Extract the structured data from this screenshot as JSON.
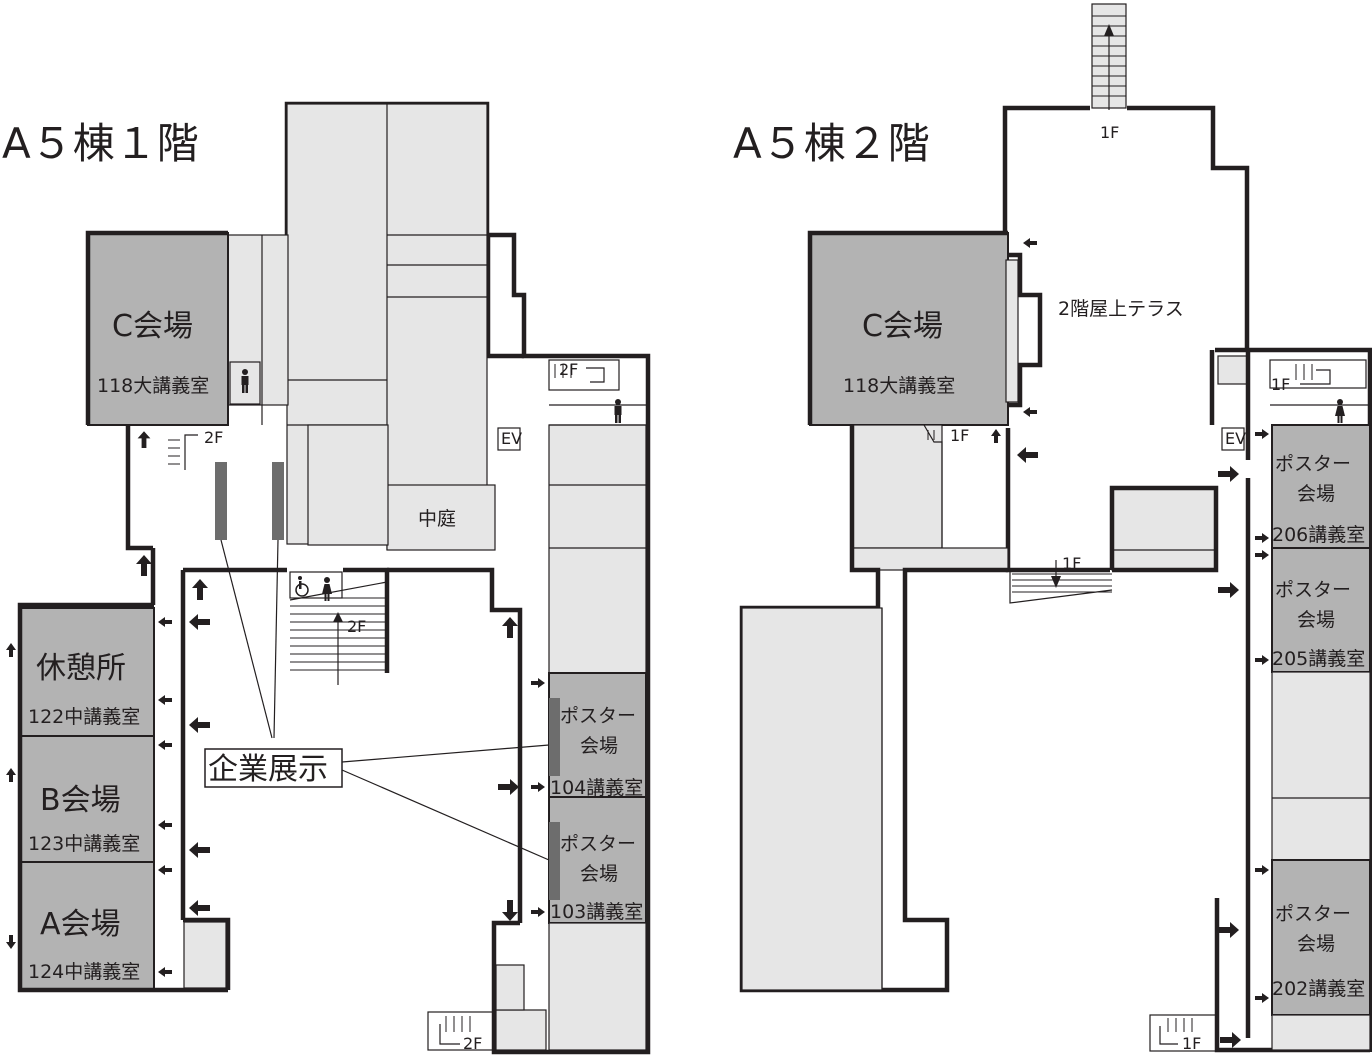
{
  "floor1": {
    "title": "A５棟１階",
    "rooms": {
      "c_hall": "C会場",
      "c_room": "118大講義室",
      "rest": "休憩所",
      "rest_room": "122中講義室",
      "b_hall": "B会場",
      "b_room": "123中講義室",
      "a_hall": "A会場",
      "a_room": "124中講義室",
      "poster1_line1": "ポスター",
      "poster1_line2": "会場",
      "poster1_room": "104講義室",
      "poster2_line1": "ポスター",
      "poster2_line2": "会場",
      "poster2_room": "103講義室",
      "courtyard": "中庭"
    },
    "stairs": {
      "s1": "2F",
      "s2": "2F",
      "s3": "2F",
      "s4": "2F"
    },
    "elevator": "EV",
    "exhibit": "企業展示"
  },
  "floor2": {
    "title": "A５棟２階",
    "rooms": {
      "c_hall": "C会場",
      "c_room": "118大講義室",
      "terrace": "2階屋上テラス",
      "p206_line1": "ポスター",
      "p206_line2": "会場",
      "p206_room": "206講義室",
      "p205_line1": "ポスター",
      "p205_line2": "会場",
      "p205_room": "205講義室",
      "p202_line1": "ポスター",
      "p202_line2": "会場",
      "p202_room": "202講義室"
    },
    "stairs": {
      "s1": "1F",
      "s2": "1F",
      "s3": "1F",
      "s4": "1F",
      "s5": "1F"
    },
    "elevator": "EV"
  },
  "icons": [
    "restroom-male-icon",
    "restroom-female-icon",
    "wheelchair-icon",
    "elevator-icon",
    "direction-arrow-icon",
    "stairs-icon"
  ],
  "colors": {
    "event_room": "#b3b3b3",
    "other_room": "#e6e6e6",
    "wall": "#231f20",
    "exhibit": "#6d6d6d"
  }
}
